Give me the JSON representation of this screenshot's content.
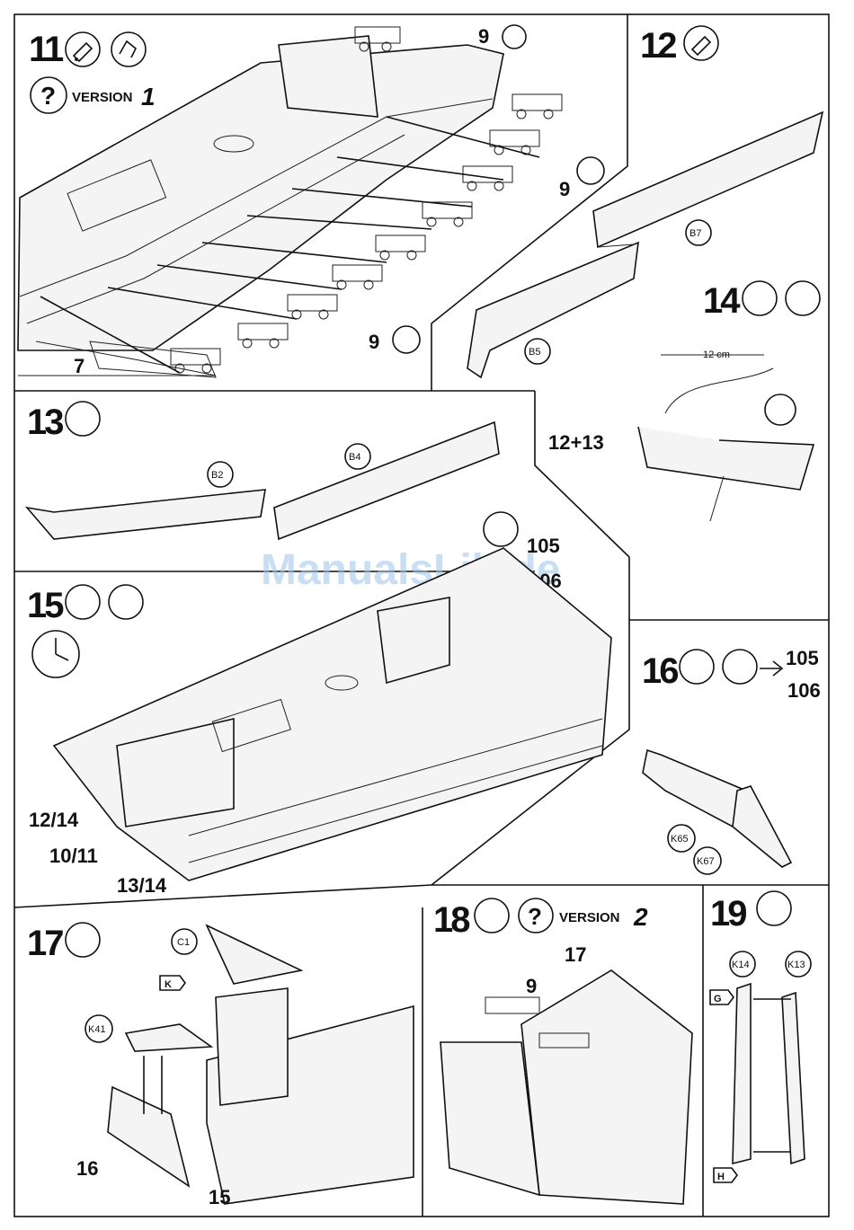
{
  "watermark": "ManualsLib.de",
  "steps": [
    {
      "number": "11",
      "version_label": "VERSION",
      "version_number": "1",
      "callouts": {
        "cannons_a": "9",
        "cannons_b": "9",
        "cannons_c": "9",
        "cannons_d": "9",
        "base": "7"
      }
    },
    {
      "number": "12",
      "parts": {
        "upper": "B7",
        "lower": "B5"
      }
    },
    {
      "number": "13",
      "parts": {
        "left": "B2",
        "right": "B4"
      }
    },
    {
      "number": "14",
      "length_label": "12 cm",
      "ref": "12+13"
    },
    {
      "number": "15",
      "ref_a": "105",
      "ref_b": "106",
      "callouts": {
        "a": "12/14",
        "b": "10/11",
        "c": "13/14"
      }
    },
    {
      "number": "16",
      "ref_a": "105",
      "ref_b": "106",
      "parts": {
        "a": "K65",
        "b": "K67"
      }
    },
    {
      "number": "17",
      "parts": {
        "c1": "C1",
        "k": "K",
        "k41": "K41"
      },
      "callouts": {
        "a": "16",
        "b": "15"
      }
    },
    {
      "number": "18",
      "version_label": "VERSION",
      "version_number": "2",
      "callouts": {
        "a": "17",
        "b": "9"
      }
    },
    {
      "number": "19",
      "parts": {
        "a": "K14",
        "b": "K13",
        "g": "G",
        "h": "H"
      }
    }
  ]
}
